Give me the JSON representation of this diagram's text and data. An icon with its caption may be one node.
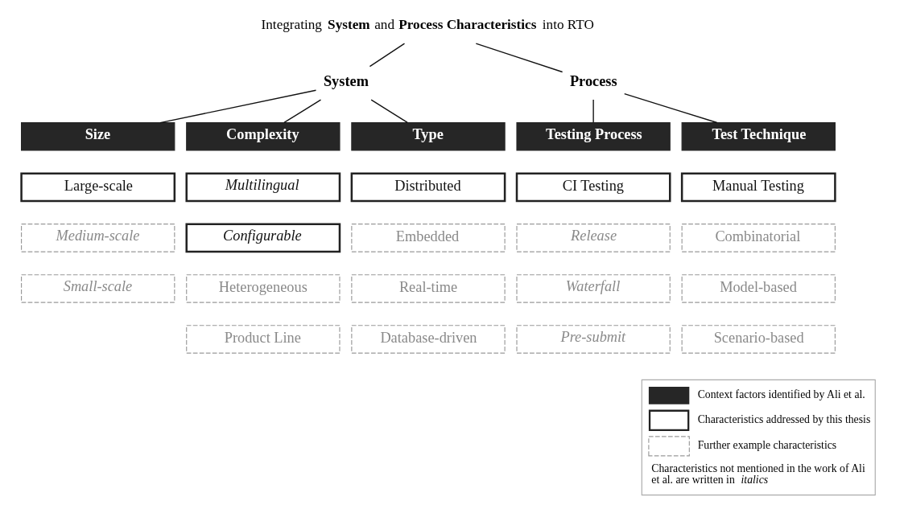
{
  "diagram": {
    "nodes": [
      {
        "text": [
          "Integrating **System** and **Process Characteristics** into RTO"
        ]
      },
      {
        "text": [
          "System"
        ]
      },
      {
        "text": [
          "Process"
        ]
      },
      {
        "text": [
          "Size"
        ]
      },
      {
        "text": [
          "Complexity"
        ]
      },
      {
        "text": [
          "Type"
        ]
      },
      {
        "text": [
          "Testing Process"
        ]
      },
      {
        "text": [
          "Test Technique"
        ]
      },
      {
        "text": [
          "Large-scale"
        ]
      },
      {
        "text": [
          "Medium-scale"
        ]
      },
      {
        "text": [
          "Small-scale"
        ]
      },
      {
        "text": [
          "Multilingual"
        ]
      },
      {
        "text": [
          "Configurable"
        ]
      },
      {
        "text": [
          "Heterogeneous"
        ]
      },
      {
        "text": [
          "Product Line"
        ]
      },
      {
        "text": [
          "Distributed"
        ]
      },
      {
        "text": [
          "Embedded"
        ]
      },
      {
        "text": [
          "Real-time"
        ]
      },
      {
        "text": [
          "Database-driven"
        ]
      },
      {
        "text": [
          "CI Testing"
        ]
      },
      {
        "text": [
          "Release"
        ]
      },
      {
        "text": [
          "Waterfall"
        ]
      },
      {
        "text": [
          "Pre-submit"
        ]
      },
      {
        "text": [
          "Manual Testing"
        ]
      },
      {
        "text": [
          "Combinatorial"
        ]
      },
      {
        "text": [
          "Model-based"
        ]
      },
      {
        "text": [
          "Scenario-based"
        ]
      }
    ],
    "edges": [
      {
        "from": 0,
        "to": 1,
        "arrow": "none"
      },
      {
        "from": 0,
        "to": 2,
        "arrow": "none"
      },
      {
        "from": 1,
        "to": 3,
        "arrow": "none"
      },
      {
        "from": 1,
        "to": 4,
        "arrow": "none"
      },
      {
        "from": 1,
        "to": 5,
        "arrow": "none"
      },
      {
        "from": 2,
        "to": 6,
        "arrow": "none"
      },
      {
        "from": 2,
        "to": 7,
        "arrow": "none"
      }
    ],
    "labels": [
      "Characteristics not mentioned in the work of Ali et al. are written in *italics*"
    ],
    "legend": [
      {
        "text": "Context factors identified by Ali et al."
      },
      {
        "text": "Characteristics addressed by this thesis"
      },
      {
        "text": "Further example characteristics"
      }
    ]
  }
}
